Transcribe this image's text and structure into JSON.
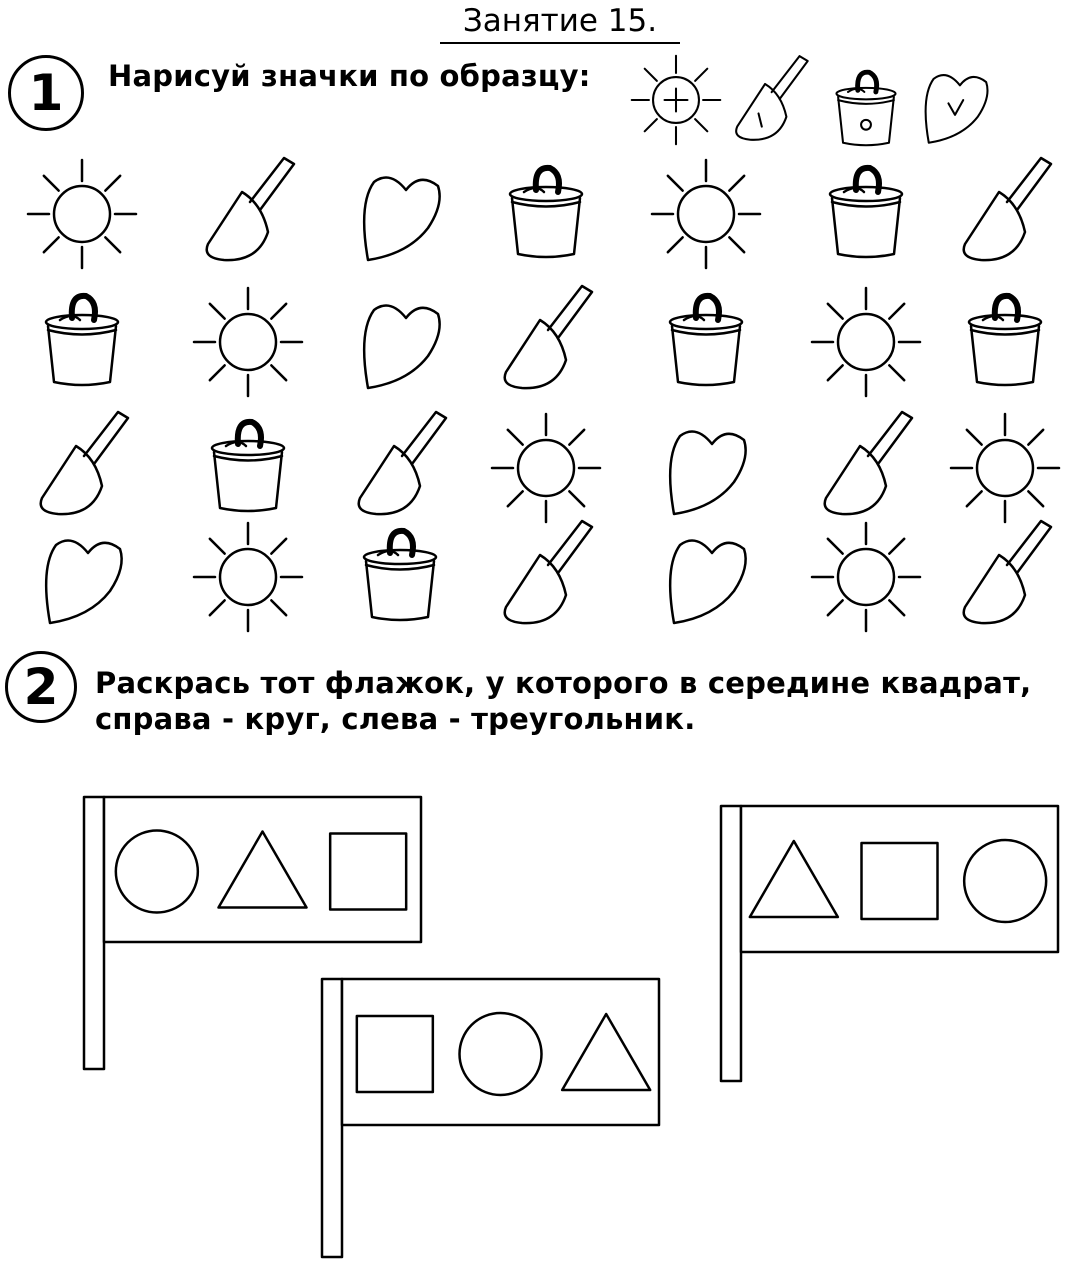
{
  "title": "Занятие 15.",
  "task1": {
    "number": "1",
    "instruction": "Нарисуй значки по образцу:",
    "legend": [
      {
        "shape": "sun",
        "mark": "plus"
      },
      {
        "shape": "shovel",
        "mark": "line"
      },
      {
        "shape": "bucket",
        "mark": "circle"
      },
      {
        "shape": "leaf",
        "mark": "check"
      }
    ],
    "grid_rows": [
      [
        "sun",
        "shovel",
        "leaf",
        "bucket",
        "sun",
        "bucket",
        "shovel"
      ],
      [
        "bucket",
        "sun",
        "leaf",
        "shovel",
        "bucket",
        "sun",
        "bucket"
      ],
      [
        "shovel",
        "bucket",
        "shovel",
        "sun",
        "leaf",
        "shovel",
        "sun"
      ],
      [
        "leaf",
        "sun",
        "bucket",
        "shovel",
        "leaf",
        "sun",
        "shovel"
      ]
    ]
  },
  "task2": {
    "number": "2",
    "instruction_line1": "Раскрась тот флажок, у которого в середине квадрат,",
    "instruction_line2": "справа - круг, слева - треугольник.",
    "flags": [
      {
        "shapes": [
          "circle",
          "triangle",
          "square"
        ]
      },
      {
        "shapes": [
          "square",
          "circle",
          "triangle"
        ]
      },
      {
        "shapes": [
          "triangle",
          "square",
          "circle"
        ]
      }
    ]
  }
}
